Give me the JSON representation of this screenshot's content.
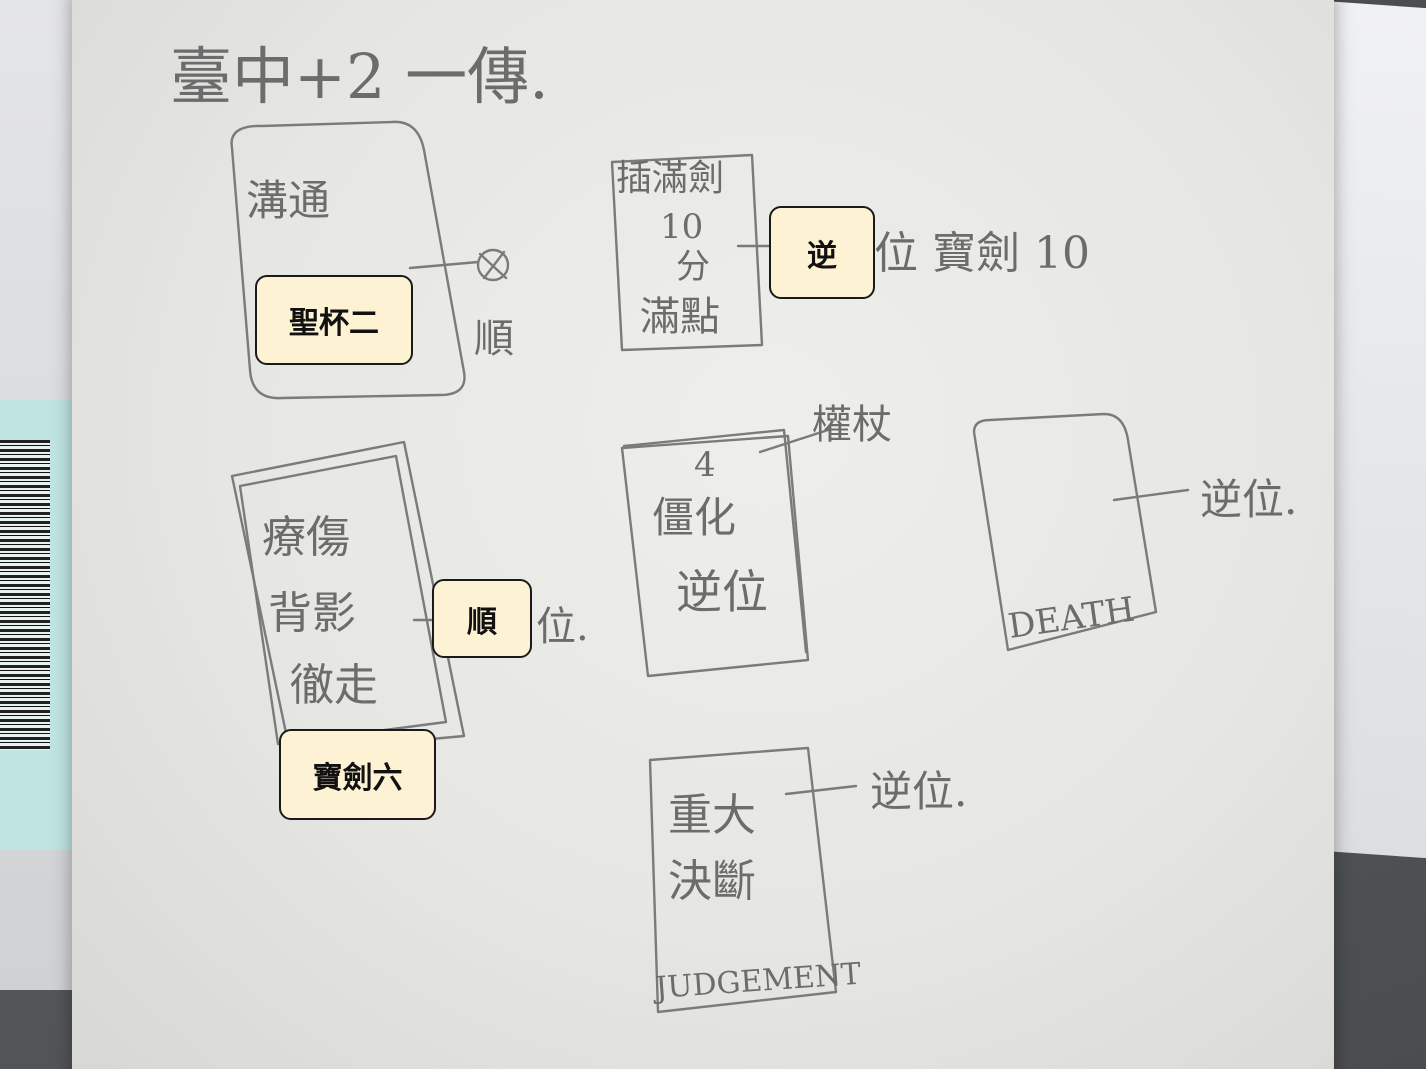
{
  "note": {
    "title": "臺中+2 一傳.",
    "cards": {
      "communication": {
        "text": "溝通",
        "line_label": "順"
      },
      "full_marks": {
        "line1": "插滿劍",
        "line2": "10",
        "line3": "分",
        "line4": "滿點",
        "right_note": "位 寶劍 10"
      },
      "scepter_card": {
        "number": "4",
        "line1": "僵化",
        "line2": "逆位",
        "tag": "權杖"
      },
      "death_card": {
        "name": "DEATH",
        "position": "逆位."
      },
      "wound_card": {
        "line1": "療傷",
        "line2": "背影",
        "line3": "徹走",
        "position_suffix": "位."
      },
      "judgement_card": {
        "line1": "重大",
        "line2": "決斷",
        "name": "JUDGEMENT",
        "position": "逆位."
      }
    }
  },
  "labels": {
    "cups_two": "聖杯二",
    "reversed": "逆",
    "upright": "順",
    "swords_six": "寶劍六"
  }
}
